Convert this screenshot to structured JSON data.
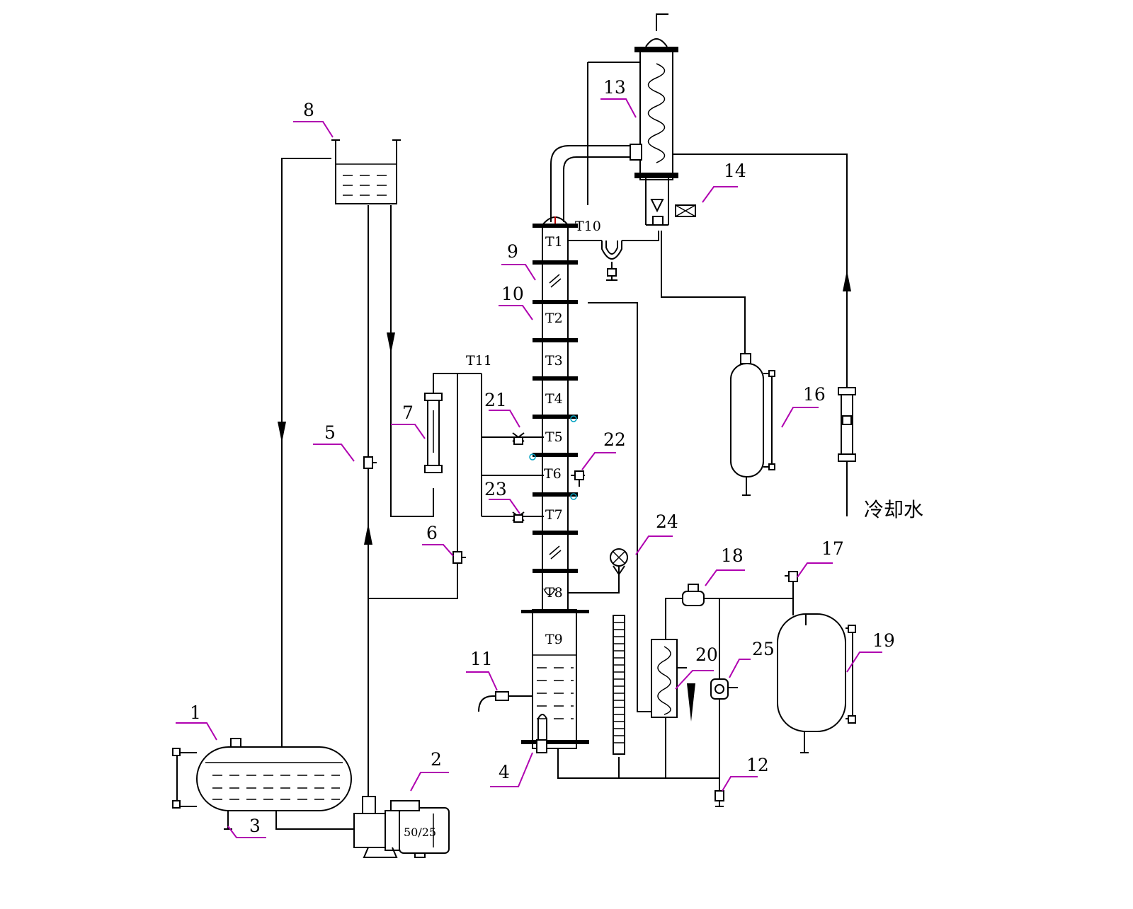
{
  "labels": {
    "n1": "1",
    "n2": "2",
    "n3": "3",
    "n4": "4",
    "n5": "5",
    "n6": "6",
    "n7": "7",
    "n8": "8",
    "n9": "9",
    "n10": "10",
    "n11": "11",
    "n12": "12",
    "n13": "13",
    "n14": "14",
    "n16": "16",
    "n17": "17",
    "n18": "18",
    "n19": "19",
    "n20": "20",
    "n21": "21",
    "n22": "22",
    "n23": "23",
    "n24": "24",
    "n25": "25"
  },
  "temperature_points": {
    "t1": "T1",
    "t2": "T2",
    "t3": "T3",
    "t4": "T4",
    "t5": "T5",
    "t6": "T6",
    "t7": "T7",
    "t8": "T8",
    "t9": "T9",
    "t10": "T10",
    "t11": "T11"
  },
  "cooling_water_label": "冷却水",
  "pump_nameplate": "50/25",
  "colors": {
    "leader_line": "#b000b0",
    "line": "#000000",
    "sensor_ring": "#00a0c0"
  }
}
